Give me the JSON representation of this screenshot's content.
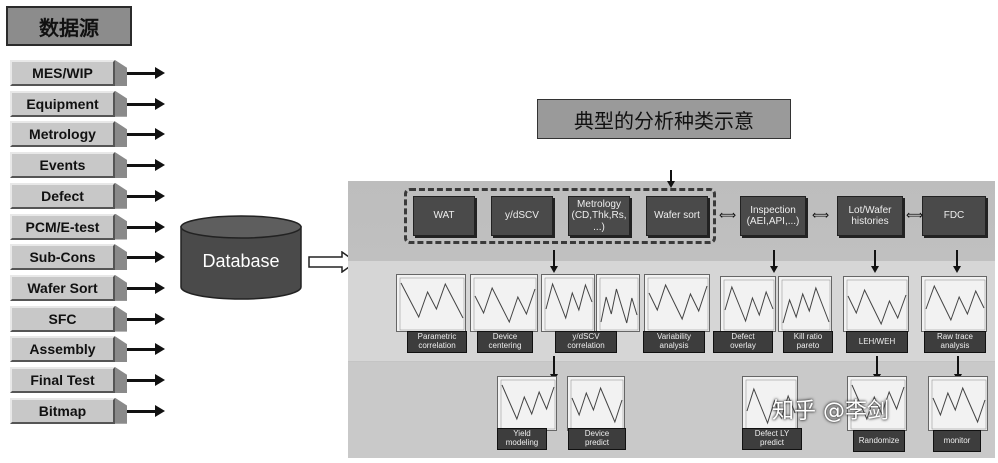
{
  "title": "数据源",
  "sources": [
    "MES/WIP",
    "Equipment",
    "Metrology",
    "Events",
    "Defect",
    "PCM/E-test",
    "Sub-Cons",
    "Wafer Sort",
    "SFC",
    "Assembly",
    "Final Test",
    "Bitmap"
  ],
  "database_label": "Database",
  "analysis_title": "典型的分析种类示意",
  "top_boxes": [
    {
      "label": "WAT"
    },
    {
      "label": "y/dSCV"
    },
    {
      "label": "Metrology\n(CD,Thk,Rs,\n...)"
    },
    {
      "label": "Wafer sort"
    },
    {
      "label": "Inspection\n(AEI,API,...)"
    },
    {
      "label": "Lot/Wafer\nhistories"
    },
    {
      "label": "FDC"
    }
  ],
  "double_arrow": "⟺",
  "row2_captions": [
    "Parametric\ncorrelation",
    "Device\ncentering",
    "y/dSCV\ncorrelation",
    "Variability\nanalysis",
    "Defect\noverlay",
    "Kill ratio\npareto",
    "LEH/WEH",
    "Raw trace\nanalysis"
  ],
  "row3_captions": [
    "Yield\nmodeling",
    "Device\npredict",
    "Defect LY\npredict",
    "Randomize",
    "monitor"
  ],
  "watermark": "知乎 @李剑"
}
